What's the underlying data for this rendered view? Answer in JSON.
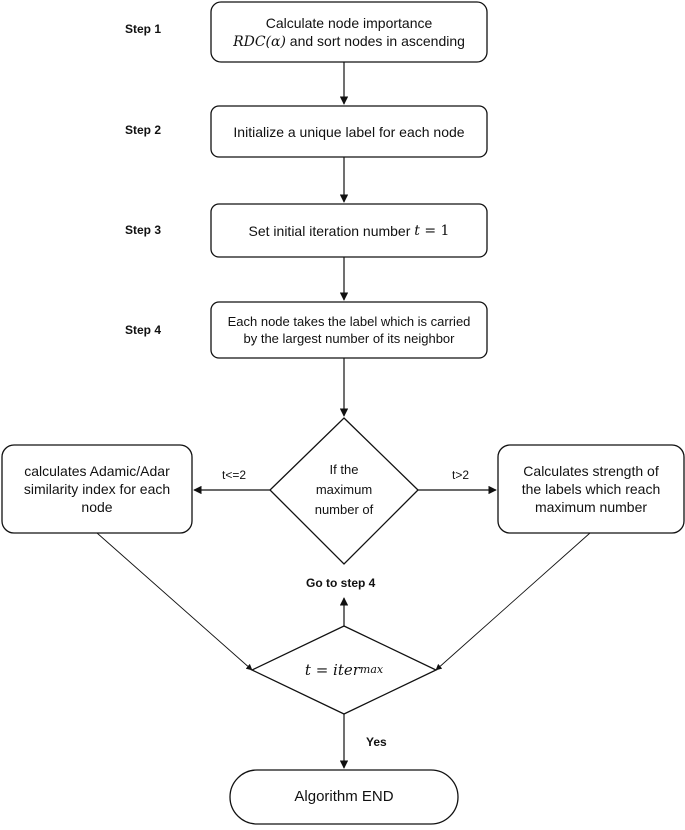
{
  "steps": {
    "step1": "Step 1",
    "step2": "Step 2",
    "step3": "Step 3",
    "step4": "Step 4"
  },
  "nodes": {
    "box1": {
      "line1": "Calculate node importance",
      "math": "RDC(α)",
      "line2_rest": " and sort nodes in ascending"
    },
    "box2": {
      "text": "Initialize a unique label for each node"
    },
    "box3": {
      "text": "Set initial iteration number ",
      "math_var": "t",
      "math_eq": " = 1"
    },
    "box4": {
      "line1": "Each node takes the label which is carried",
      "line2": "by the largest number of its neighbor"
    },
    "diamond1": {
      "line1": "If the",
      "line2": "maximum",
      "line3": "number of"
    },
    "left_box": {
      "line1": "calculates Adamic/Adar",
      "line2": "similarity index for each",
      "line3": "node"
    },
    "right_box": {
      "line1": "Calculates strength of",
      "line2": "the labels which reach",
      "line3": "maximum number"
    },
    "diamond2": {
      "math_lhs": "t",
      "math_eq": " = ",
      "math_rhs": "iter",
      "math_sub": "max"
    },
    "end": {
      "text": "Algorithm END"
    }
  },
  "edge_labels": {
    "left_branch": "t<=2",
    "right_branch": "t>2",
    "loop_back": "Go to step 4",
    "yes": "Yes"
  }
}
